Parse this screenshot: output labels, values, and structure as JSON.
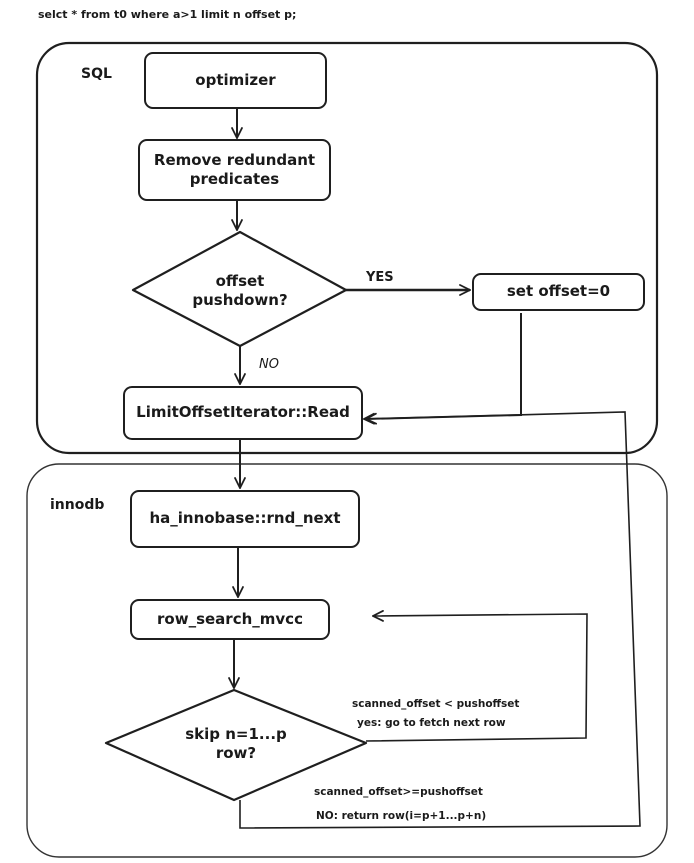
{
  "header": {
    "query": "selct * from t0 where a>1 limit n offset p;"
  },
  "regions": {
    "sql": "SQL",
    "innodb": "innodb"
  },
  "nodes": {
    "optimizer": "optimizer",
    "remove_predicates": "Remove redundant\npredicates",
    "offset_pushdown": "offset\npushdown?",
    "set_offset": "set offset=0",
    "limit_offset_read": "LimitOffsetIterator::Read",
    "rnd_next": "ha_innobase::rnd_next",
    "row_search": "row_search_mvcc",
    "skip_row": "skip n=1...p\nrow?"
  },
  "edge_labels": {
    "yes": "YES",
    "no": "NO",
    "skip_yes_line1": "scanned_offset < pushoffset",
    "skip_yes_line2": "yes: go to fetch next row",
    "skip_no_line1": "scanned_offset>=pushoffset",
    "skip_no_line2": "NO: return row(i=p+1...p+n)"
  }
}
